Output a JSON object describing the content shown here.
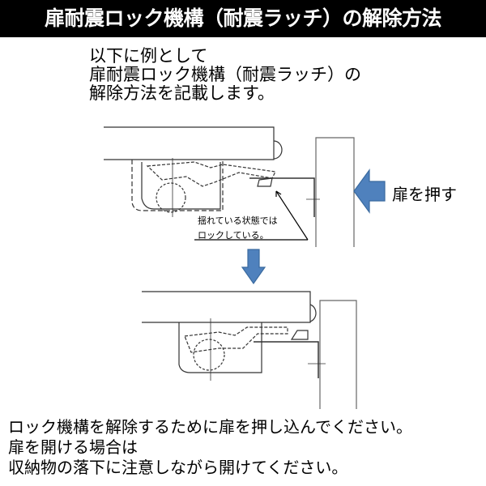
{
  "title": "扉耐震ロック機構（耐震ラッチ）の解除方法",
  "intro_lines": [
    "以下に例として",
    "扉耐震ロック機構（耐震ラッチ）の",
    "解除方法を記載します。"
  ],
  "diagram": {
    "push_label": "扉を押す",
    "note_lines": [
      "揺れている状態では",
      "ロックしている。"
    ],
    "arrow_color": "#4f81bd"
  },
  "bottom_lines": [
    "ロック機構を解除するために扉を押し込んでください。",
    "扉を開ける場合は",
    "収納物の落下に注意しながら開けてください。"
  ]
}
